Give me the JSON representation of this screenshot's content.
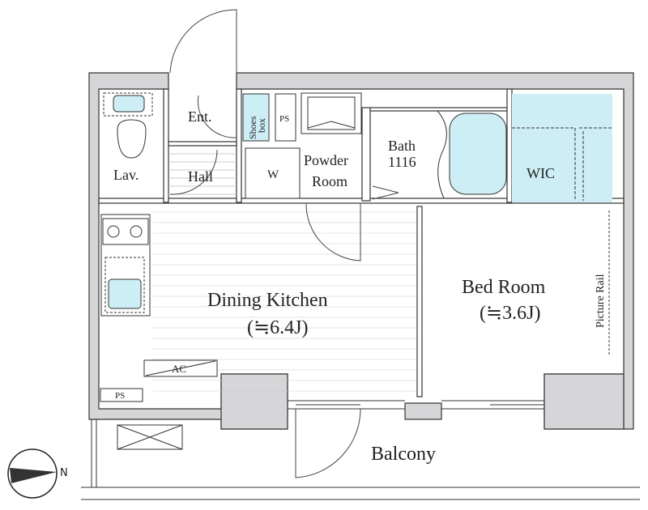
{
  "rooms": {
    "lavatory": "Lav.",
    "entrance": "Ent.",
    "hall": "Hall",
    "shoes_box_line1": "Shoes",
    "shoes_box_line2": "box",
    "pipe_space_upper": "PS",
    "washer": "W",
    "powder_room_line1": "Powder",
    "powder_room_line2": "Room",
    "bath_line1": "Bath",
    "bath_line2": "1116",
    "wic": "WIC",
    "dining_kitchen": "Dining Kitchen",
    "dining_kitchen_size": "(≒6.4J)",
    "bed_room": "Bed Room",
    "bed_room_size": "(≒3.6J)",
    "picture_rail": "Picture Rail",
    "air_conditioner": "AC",
    "pipe_space_lower": "PS",
    "balcony": "Balcony"
  },
  "compass": {
    "label": "N"
  },
  "colors": {
    "wall": "#d6d6d8",
    "fixture": "#cdeef5",
    "line": "#333333"
  }
}
